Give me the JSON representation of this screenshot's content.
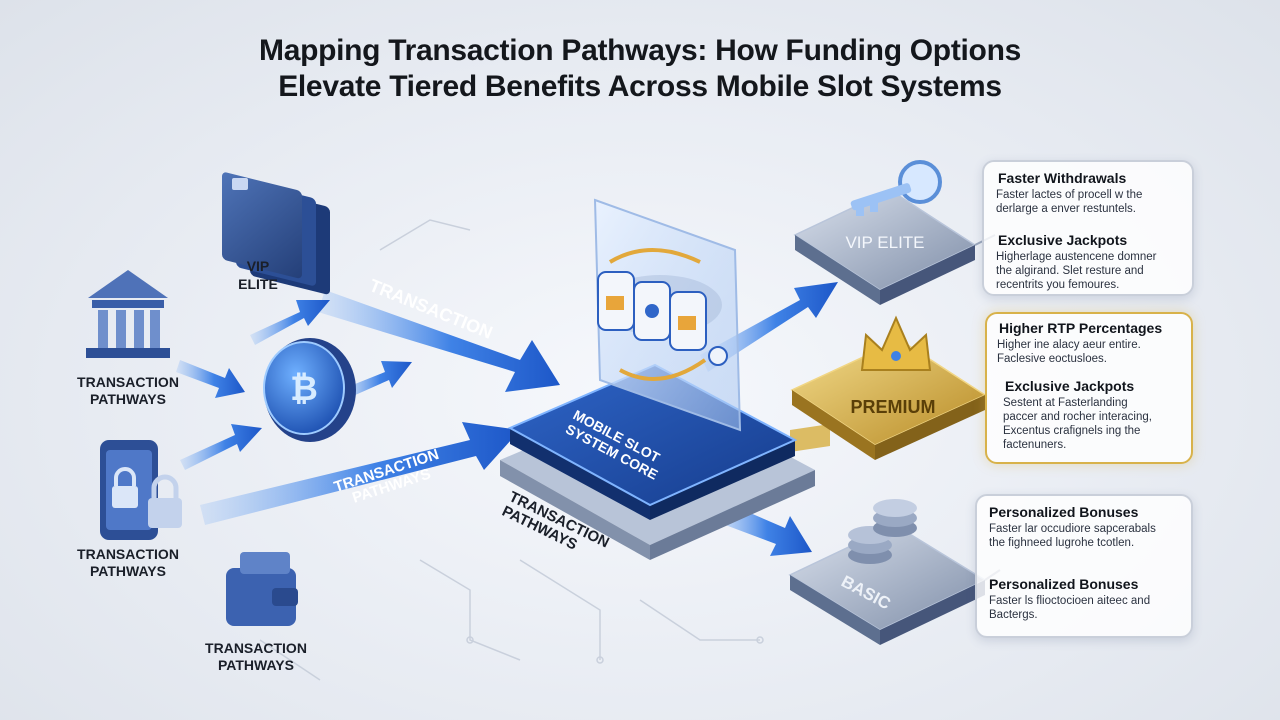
{
  "title": {
    "line1": "Mapping Transaction Pathways: How Funding Options",
    "line2": "Elevate Tiered Benefits Across Mobile Slot Systems"
  },
  "left_labels": {
    "vip": "VIP",
    "elite": "ELITE",
    "bank": "TRANSACTION\nPATHWAYS",
    "phone": "TRANSACTION\nPATHWAYS",
    "wallet": "TRANSACTION\nPATHWAYS"
  },
  "arrow_labels": {
    "upper": "TRANSACTION",
    "lower": "TRANSACTION\nPATHWAYS",
    "bottom": "TRANSACTION\nPATHWAYS"
  },
  "core": {
    "label_line1": "MOBILE SLOT",
    "label_line2": "SYSTEM CORE"
  },
  "tiers": {
    "vip": {
      "label": "VIP ELITE"
    },
    "premium": {
      "label": "PREMIUM"
    },
    "basic": {
      "label": "BASIC"
    }
  },
  "cards": {
    "vip": [
      {
        "heading": "Faster Withdrawals",
        "body": "Faster lactes of procell w the\nderlarge a enver restuntels."
      },
      {
        "heading": "Exclusive Jackpots",
        "body": "Higherlage austencene domner\nthe algirand. Slet resture and\nrecentrits you femoures."
      }
    ],
    "premium": [
      {
        "heading": "Higher RTP Percentages",
        "body": "Higher ine alacy aeur entire.\nFaclesive eoctusloes."
      },
      {
        "heading": "Exclusive Jackpots",
        "body": "Sestent at Fasterlanding\npaccer and rocher interacing,\nExcentus crafignels ing the\nfactenuners."
      }
    ],
    "basic": [
      {
        "heading": "Personalized Bonuses",
        "body": "Faster lar occudiore sapcerabals\nthe fighneed lugrohe tcotlen."
      },
      {
        "heading": "Personalized Bonuses",
        "body": "Faster ls flioctocioen aiteec and\nBactergs."
      }
    ]
  },
  "colors": {
    "arrow_blue": "#2f6fd8",
    "core_blue": "#1f4fa8",
    "gold": "#d8b24a",
    "text_dark": "#14171c"
  },
  "icons": [
    "credit-cards-icon",
    "bank-icon",
    "crypto-coin-icon",
    "phone-lock-icon",
    "wallet-icon",
    "slot-reels-icon",
    "key-icon",
    "crown-icon",
    "coin-stack-icon"
  ]
}
